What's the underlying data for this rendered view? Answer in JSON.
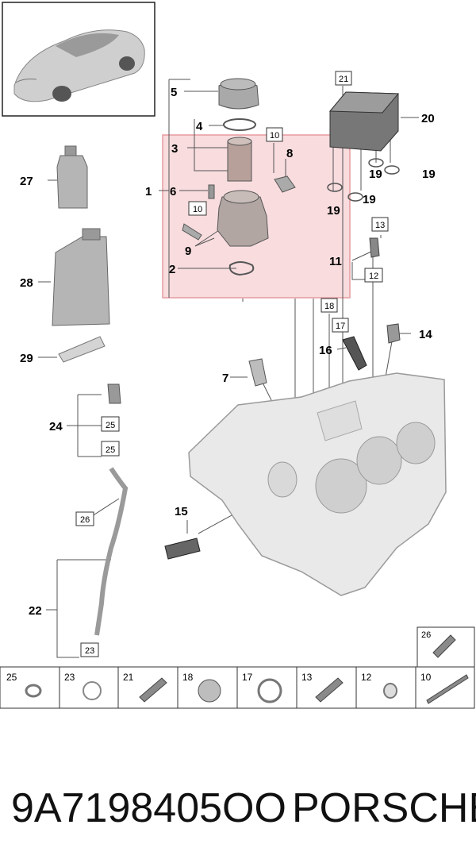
{
  "callouts": {
    "c1": "1",
    "c2": "2",
    "c3": "3",
    "c4": "4",
    "c5": "5",
    "c6": "6",
    "c7": "7",
    "c8": "8",
    "c9": "9",
    "c11": "11",
    "c14": "14",
    "c15": "15",
    "c16": "16",
    "c19a": "19",
    "c19b": "19",
    "c19c": "19",
    "c19d": "19",
    "c20": "20",
    "c22": "22",
    "c24": "24",
    "c27": "27",
    "c28": "28",
    "c29": "29"
  },
  "boxed_refs": {
    "b10a": "10",
    "b10b": "10",
    "b21": "21",
    "b13": "13",
    "b12": "12",
    "b18": "18",
    "b17": "17",
    "b25a": "25",
    "b25b": "25",
    "b26": "26",
    "b23": "23",
    "b26top": "26"
  },
  "fastener_legend": [
    "25",
    "23",
    "21",
    "18",
    "17",
    "13",
    "12",
    "10"
  ],
  "footer": {
    "part_number": "9A7198405OO",
    "brand": "PORSCHE"
  },
  "colors": {
    "highlight_fill": "#f7d7d9",
    "highlight_stroke": "#e28a90",
    "part_gray": "#bdbdbd",
    "engine_gray": "#e6e6e6"
  }
}
